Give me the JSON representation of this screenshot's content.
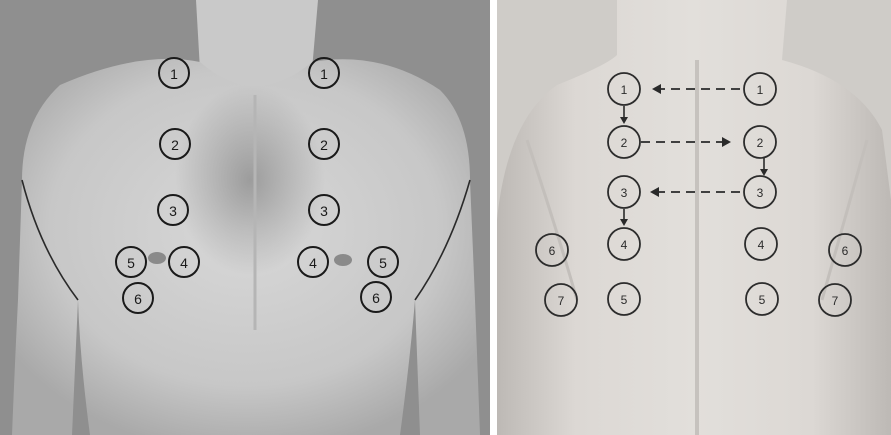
{
  "front": {
    "markers": [
      {
        "label": "1"
      },
      {
        "label": "2"
      },
      {
        "label": "3"
      },
      {
        "label": "4"
      },
      {
        "label": "5"
      },
      {
        "label": "6"
      },
      {
        "label": "1"
      },
      {
        "label": "2"
      },
      {
        "label": "3"
      },
      {
        "label": "4"
      },
      {
        "label": "5"
      },
      {
        "label": "6"
      }
    ]
  },
  "back": {
    "markers": [
      {
        "label": "1"
      },
      {
        "label": "2"
      },
      {
        "label": "3"
      },
      {
        "label": "4"
      },
      {
        "label": "5"
      },
      {
        "label": "6"
      },
      {
        "label": "7"
      },
      {
        "label": "1"
      },
      {
        "label": "2"
      },
      {
        "label": "3"
      },
      {
        "label": "4"
      },
      {
        "label": "5"
      },
      {
        "label": "6"
      },
      {
        "label": "7"
      }
    ]
  },
  "colors": {
    "front_background": "#8f8f8f",
    "front_skin": "#cfcfcf",
    "back_background": "#d6d3cf",
    "back_skin": "#dedad6",
    "marker_stroke": "#1a1a1a"
  }
}
